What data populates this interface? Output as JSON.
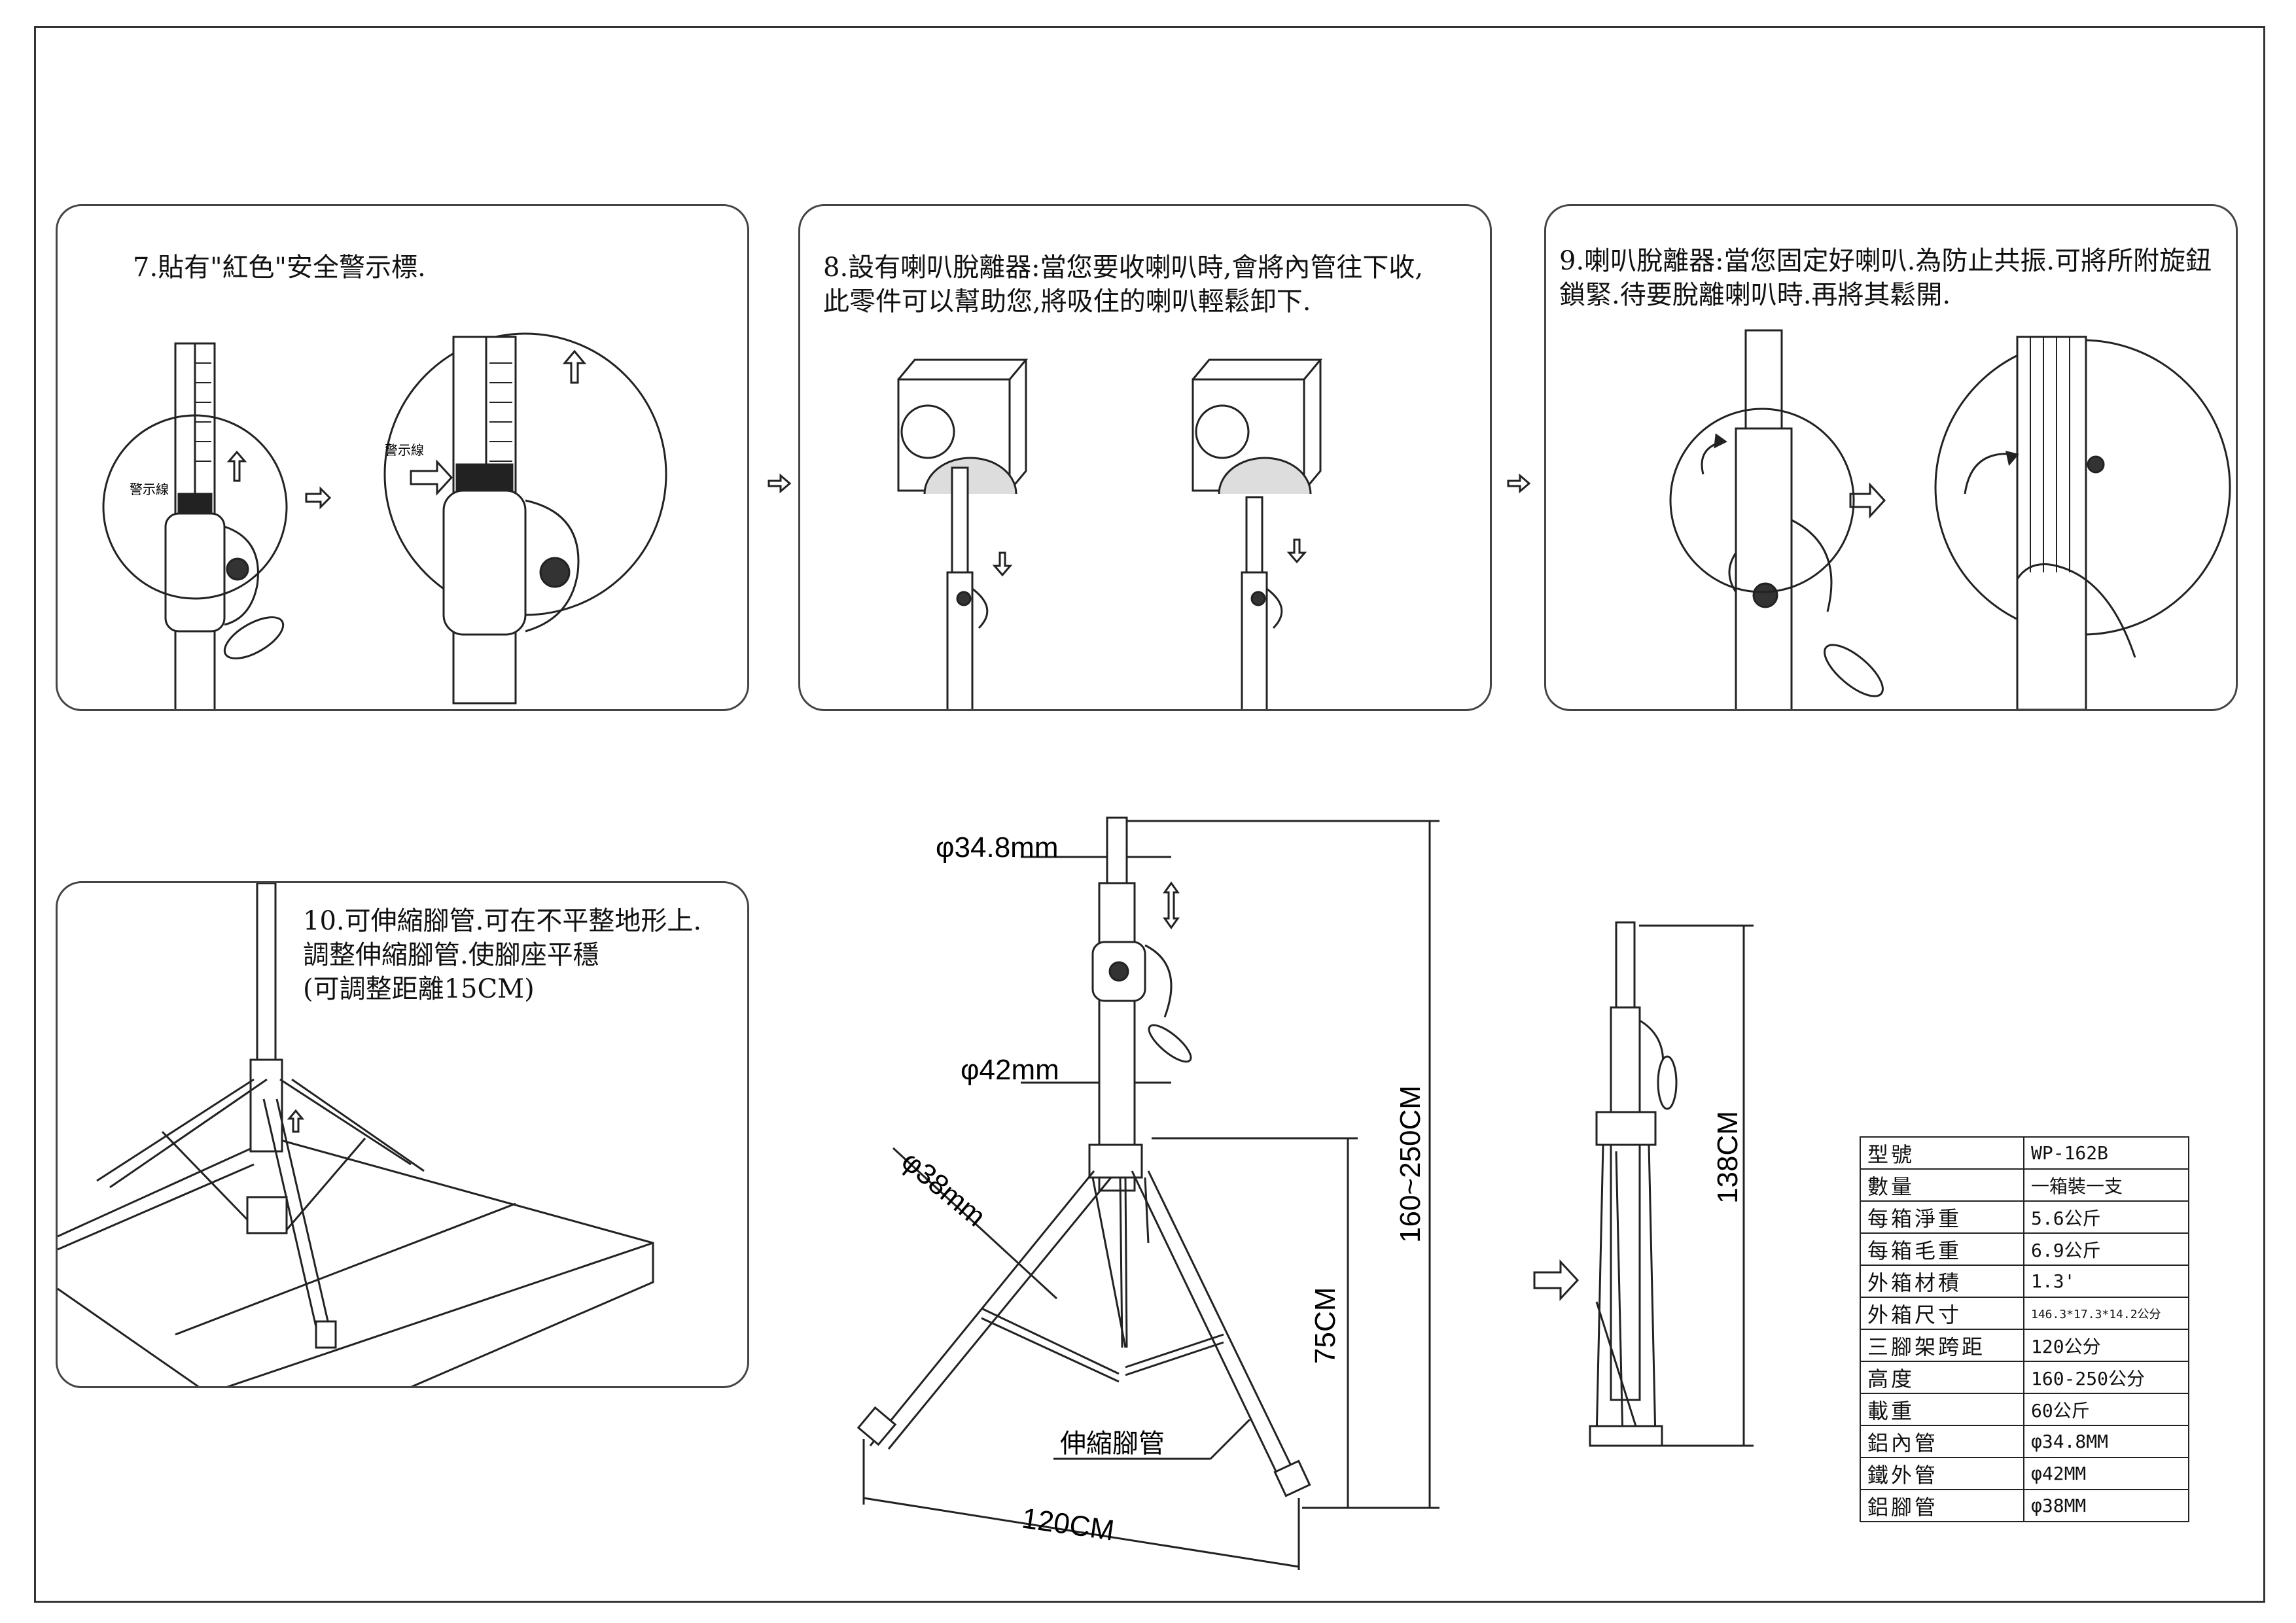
{
  "panels": {
    "step7": {
      "caption": "7.貼有\"紅色\"安全警示標.",
      "label_small": "警示線",
      "label_zoom": "警示線"
    },
    "step8": {
      "caption_line1": "8.設有喇叭脫離器:當您要收喇叭時,會將內管往下收,",
      "caption_line2": "此零件可以幫助您,將吸住的喇叭輕鬆卸下."
    },
    "step9": {
      "caption_line1": "9.喇叭脫離器:當您固定好喇叭.為防止共振.可將所附旋鈕",
      "caption_line2": "鎖緊.待要脫離喇叭時.再將其鬆開."
    },
    "step10": {
      "caption_line1": "10.可伸縮腳管.可在不平整地形上.",
      "caption_line2": "調整伸縮腳管.使腳座平穩",
      "caption_line3": "(可調整距離15CM)"
    }
  },
  "dimensions": {
    "inner_tube": "φ34.8mm",
    "outer_tube": "φ42mm",
    "leg_tube": "φ38mm",
    "total_height": "160~250CM",
    "leg_height": "75CM",
    "spread": "120CM",
    "leg_label": "伸縮腳管",
    "folded_height": "138CM"
  },
  "spec_table": [
    {
      "key": "型號",
      "value": "WP-162B"
    },
    {
      "key": "數量",
      "value": "一箱裝一支"
    },
    {
      "key": "每箱淨重",
      "value": "5.6公斤"
    },
    {
      "key": "每箱毛重",
      "value": "6.9公斤"
    },
    {
      "key": "外箱材積",
      "value": "1.3'"
    },
    {
      "key": "外箱尺寸",
      "value": "146.3*17.3*14.2公分"
    },
    {
      "key": "三腳架跨距",
      "value": "120公分"
    },
    {
      "key": "高度",
      "value": "160-250公分"
    },
    {
      "key": "載重",
      "value": "60公斤"
    },
    {
      "key": "鋁內管",
      "value": "φ34.8MM"
    },
    {
      "key": "鐵外管",
      "value": "φ42MM"
    },
    {
      "key": "鋁腳管",
      "value": "φ38MM"
    }
  ]
}
